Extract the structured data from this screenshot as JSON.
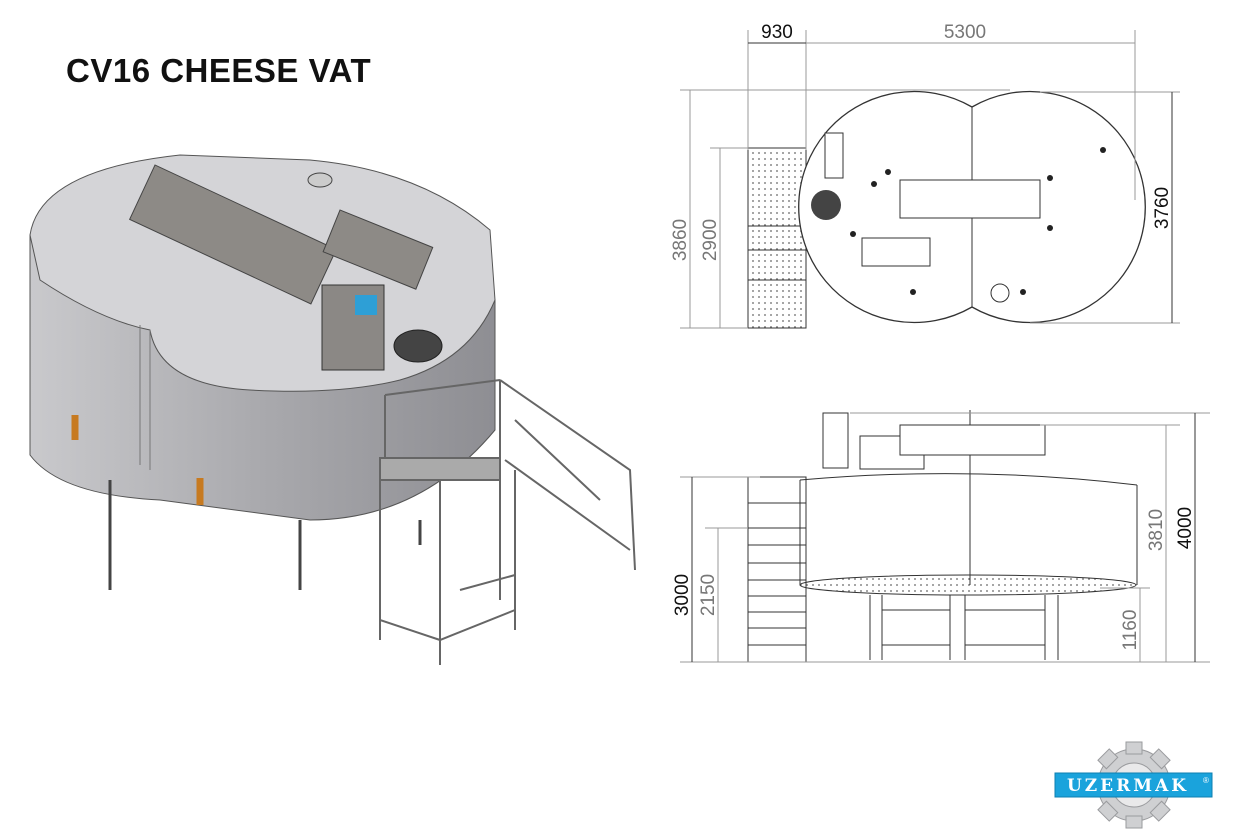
{
  "title": "CV16 CHEESE VAT",
  "top_view": {
    "dimensions": {
      "stair_width": "930",
      "tank_length": "5300",
      "overall_depth": "3860",
      "stair_depth": "2900",
      "tank_depth": "3760"
    }
  },
  "side_view": {
    "dimensions": {
      "platform_height": "3000",
      "stair_height": "2150",
      "tank_height": "3810",
      "overall_height": "4000",
      "leg_height": "1160"
    }
  },
  "logo": {
    "text": "UZERMAK",
    "registered": "®",
    "color": "#1aa3dc"
  }
}
